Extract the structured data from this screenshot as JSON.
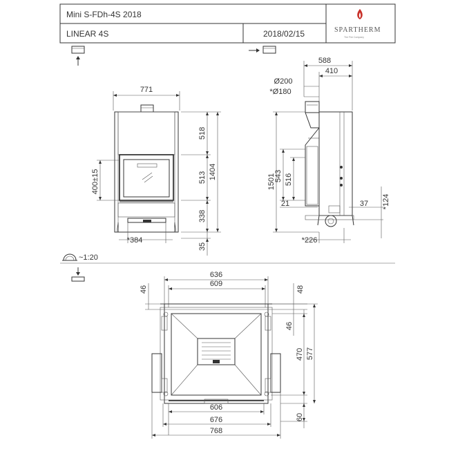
{
  "title_block": {
    "model": "Mini S-FDh-4S 2018",
    "series": "LINEAR 4S",
    "date": "2018/02/15",
    "brand": "SPARTHERM",
    "brand_tagline": "The Fire Company"
  },
  "scale": "~1:20",
  "front_view": {
    "width": "771",
    "heights": [
      "518",
      "513",
      "338",
      "35"
    ],
    "total_height": "1404",
    "opening": "400±15",
    "base": "*384"
  },
  "side_view": {
    "depth_total": "588",
    "depth_flue": "410",
    "flue_outer": "Ø200",
    "flue_inner": "*Ø180",
    "total_height": "1501",
    "h543": "543",
    "h516": "516",
    "h21": "21",
    "h37": "37",
    "h124": "*124",
    "base": "*226"
  },
  "top_view": {
    "w636": "636",
    "w609": "609",
    "w606": "606",
    "w676": "676",
    "w768": "768",
    "d46a": "46",
    "d48": "48",
    "d46b": "46",
    "d470": "470",
    "d577": "577",
    "d60": "60"
  }
}
